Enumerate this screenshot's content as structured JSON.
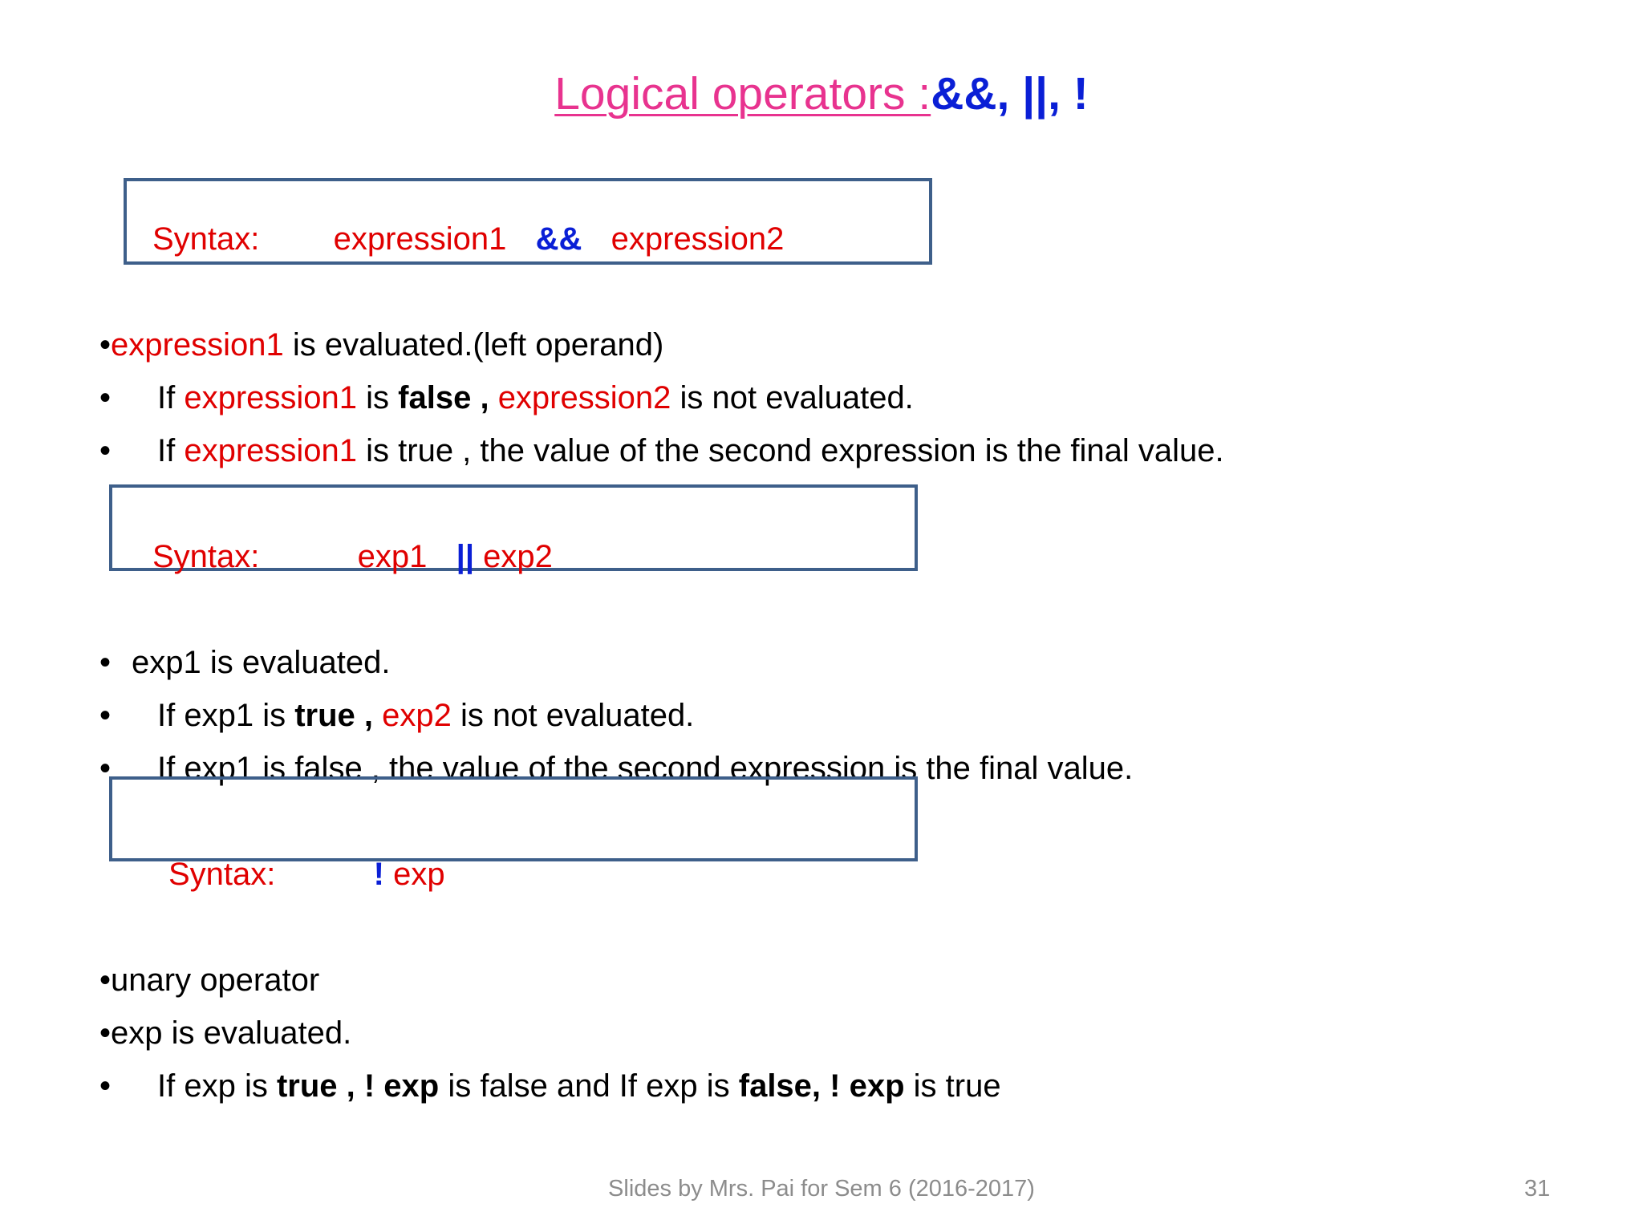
{
  "title": {
    "main": "Logical operators :",
    "operators": "&&, ||, !"
  },
  "and_section": {
    "syntax_label": "Syntax:",
    "syntax_left": "expression1",
    "syntax_op": "&&",
    "syntax_right": "expression2",
    "bullets": [
      {
        "marker": "•",
        "red1": "expression1",
        "text1": " is evaluated.(left operand)"
      },
      {
        "marker": "•",
        "text1": "If ",
        "red1": "expression1",
        "text2": " is ",
        "bold1": "false ,",
        "text3": " ",
        "red2": "expression2",
        "text4": " is not evaluated."
      },
      {
        "marker": "•",
        "text1": "If ",
        "red1": "expression1",
        "text2": " is true , the value of the second expression is the final value."
      }
    ]
  },
  "or_section": {
    "syntax_label": "Syntax:",
    "syntax_left": "exp1",
    "syntax_op": "||",
    "syntax_right": "exp2",
    "bullets": [
      {
        "marker": "•",
        "text1": "exp1 is evaluated."
      },
      {
        "marker": "•",
        "text1": "If exp1 is ",
        "bold1": "true ,",
        "text2": " ",
        "red1": "exp2",
        "text3": " is not evaluated."
      },
      {
        "marker": "•",
        "text1": "If exp1 is false , the value of the second expression is the final value."
      }
    ]
  },
  "not_section": {
    "syntax_label": "Syntax:",
    "syntax_op": "!",
    "syntax_right": "exp",
    "bullets": [
      {
        "marker": "•",
        "text1": "unary operator"
      },
      {
        "marker": "•",
        "text1": "exp is evaluated."
      },
      {
        "marker": "•",
        "text1": "If exp is ",
        "bold1": "true ,",
        "text2": "  ",
        "bold2": "! exp",
        "text3": " is false and If exp is ",
        "bold3": "false,",
        "text4": "  ",
        "bold4": "! exp",
        "text5": " is true"
      }
    ]
  },
  "footer": {
    "credit": "Slides by Mrs. Pai for Sem 6 (2016-2017)",
    "page_number": "31"
  },
  "colors": {
    "title": "#e8338f",
    "operator": "#0a1fd6",
    "highlight": "#e00000",
    "box_border": "#3e5f8a",
    "footer": "#8c8c8c"
  }
}
